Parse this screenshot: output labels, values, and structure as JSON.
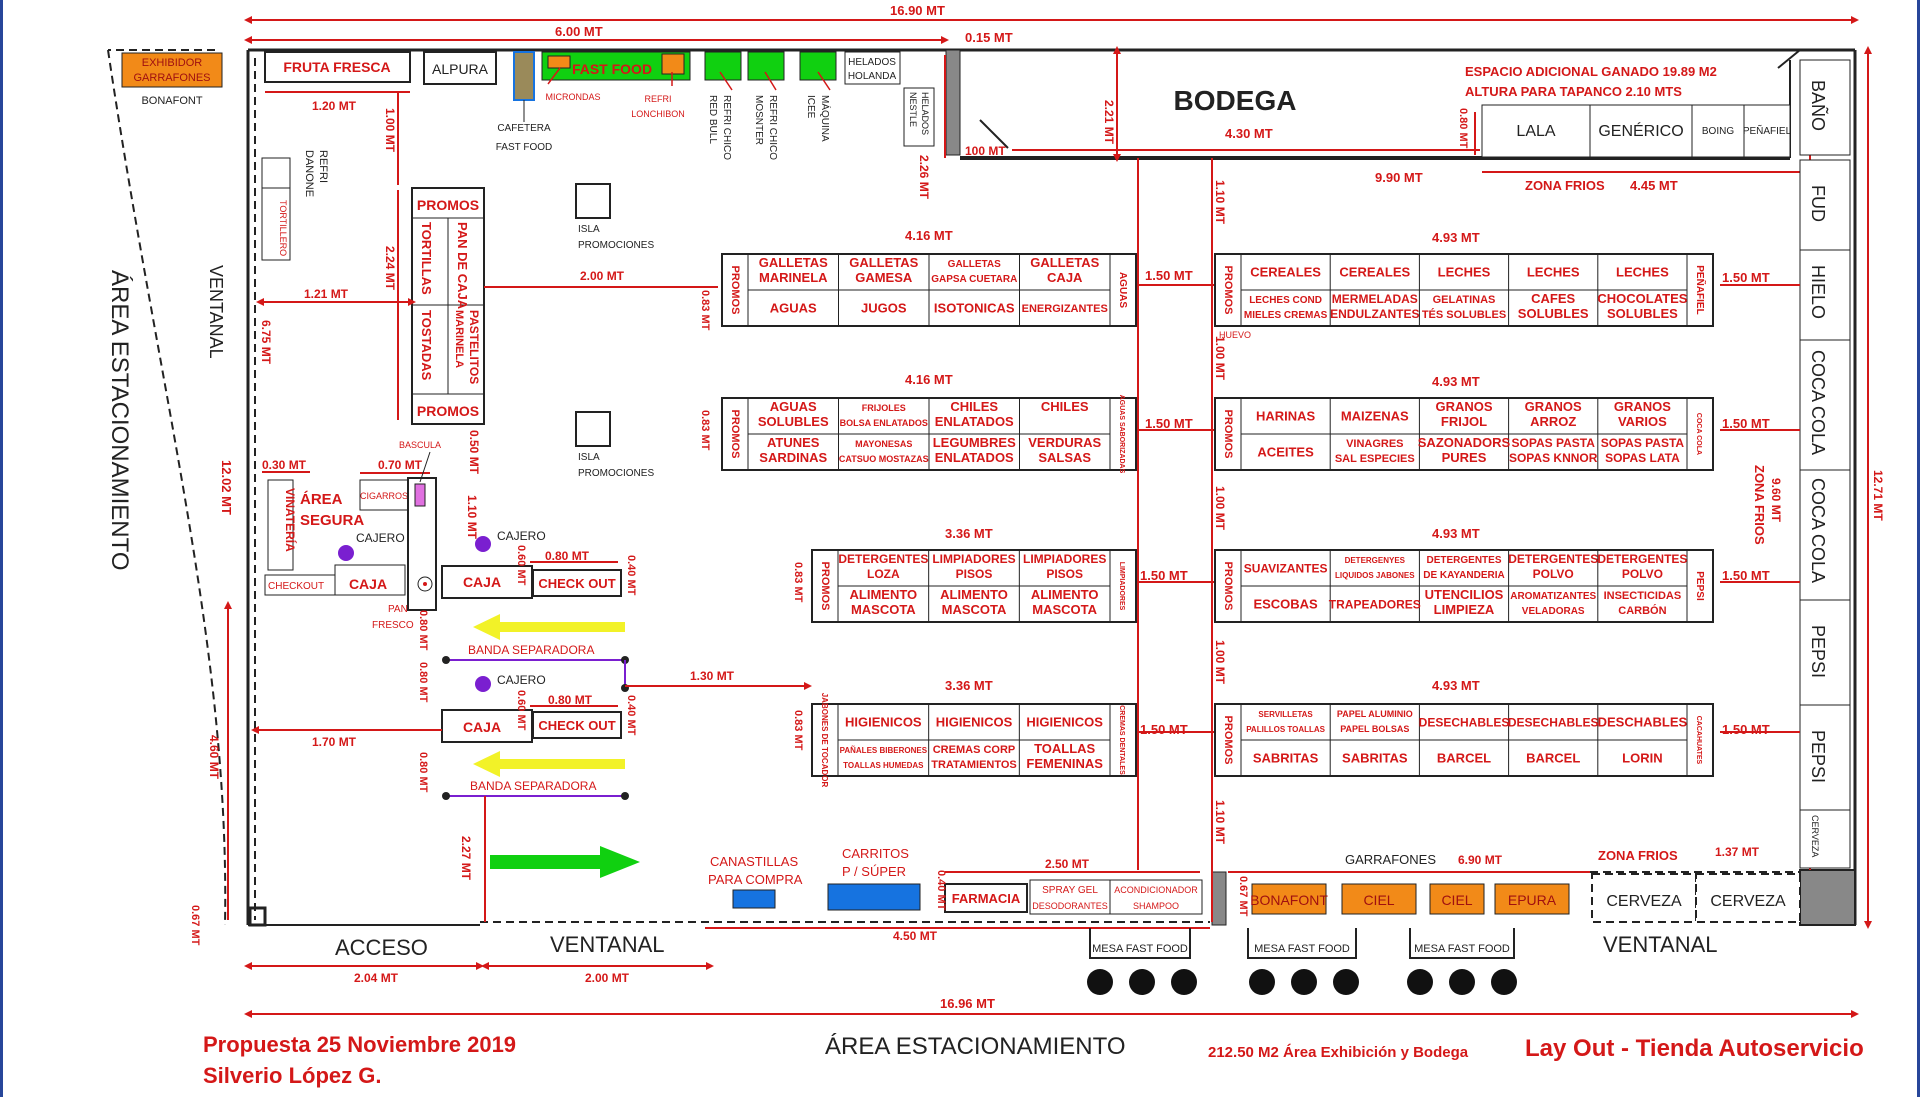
{
  "dims": {
    "total_top": "16.90 MT",
    "six": "6.00 MT",
    "d015": "0.15 MT",
    "d120": "1.20 MT",
    "d100v": "1.00 MT",
    "d221": "2.21 MT",
    "d430": "4.30 MT",
    "d100h": "100 MT",
    "d226": "2.26 MT",
    "d080b": "0.80 MT",
    "d990": "9.90 MT",
    "d445": "4.45 MT",
    "d110a": "1.10 MT",
    "d416a": "4.16 MT",
    "d493a": "4.93 MT",
    "d121": "1.21 MT",
    "d224": "2.24 MT",
    "d200a": "2.00 MT",
    "d675": "6.75 MT",
    "d083a": "0.83 MT",
    "d150a": "1.50 MT",
    "d150b": "1.50 MT",
    "d100c": "1.00 MT",
    "d416b": "4.16 MT",
    "d493b": "4.93 MT",
    "d083b": "0.83 MT",
    "d150c": "1.50 MT",
    "d150d": "1.50 MT",
    "d030": "0.30 MT",
    "d070": "0.70 MT",
    "d050": "0.50 MT",
    "d110b": "1.10 MT",
    "d1202": "12.02 MT",
    "d100d": "1.00 MT",
    "d336a": "3.36 MT",
    "d493c": "4.93 MT",
    "d080c": "0.80 MT",
    "d040a": "0.40 MT",
    "d060": "0.60 MT",
    "d083c": "0.83 MT",
    "d150e": "1.50 MT",
    "d150f": "1.50 MT",
    "d960": "9.60 MT",
    "d1271": "12.71 MT",
    "d080d": "0.80 MT",
    "d080e": "0.80 MT",
    "d130": "1.30 MT",
    "d336b": "3.36 MT",
    "d493d": "4.93 MT",
    "d080f": "0.80 MT",
    "d040b": "0.40 MT",
    "d060b": "0.60 MT",
    "d100e": "1.00 MT",
    "d170": "1.70 MT",
    "d460": "4.60 MT",
    "d083d": "0.83 MT",
    "d150g": "1.50 MT",
    "d150h": "1.50 MT",
    "d080g": "0.80 MT",
    "d110c": "1.10 MT",
    "d227": "2.27 MT",
    "d250": "2.50 MT",
    "d040c": "0.40 MT",
    "d067a": "0.67 MT",
    "d690": "6.90 MT",
    "d137": "1.37 MT",
    "d067b": "0.67 MT",
    "d450": "4.50 MT",
    "d204": "2.04 MT",
    "d200b": "2.00 MT",
    "d1696": "16.96 MT"
  },
  "labels": {
    "exhibidor_1": "EXHIBIDOR",
    "exhibidor_2": "GARRAFONES",
    "bonafont_small": "BONAFONT",
    "fruta_fresca": "FRUTA FRESCA",
    "alpura": "ALPURA",
    "fast_food": "FAST FOOD",
    "helados_holanda_1": "HELADOS",
    "helados_holanda_2": "HOLANDA",
    "microndas": "MICRONDAS",
    "refri_lonchibon_1": "REFRI",
    "refri_lonchibon_2": "LONCHIBON",
    "cafetera_1": "CAFETERA",
    "cafetera_2": "FAST FOOD",
    "refri_redbull_1": "REFRI CHICO",
    "refri_redbull_2": "RED BULL",
    "refri_monster_1": "REFRI CHICO",
    "refri_monster_2": "MOSNTER",
    "maquina_1": "MÁQUINA",
    "maquina_2": "ICEE",
    "helados_nestle_1": "HELADOS",
    "helados_nestle_2": "NESTLE",
    "bodega": "BODEGA",
    "espacio_adicional": "ESPACIO ADICIONAL GANADO 19.89 M2",
    "altura_tapanco": "ALTURA PARA TAPANCO 2.10 MTS",
    "lala": "LALA",
    "generico": "GENÉRICO",
    "boing": "BOING",
    "penafiel_top": "PEÑAFIEL",
    "bano": "BAÑO",
    "fud": "FUD",
    "hielo": "HIELO",
    "coca_cola_1": "COCA COLA",
    "coca_cola_2": "COCA COLA",
    "pepsi_1": "PEPSI",
    "pepsi_2": "PEPSI",
    "cerveza_small": "CERVEZA",
    "zona_frios_top": "ZONA FRIOS",
    "zona_frios_side": "ZONA FRIOS",
    "zona_frios_bottom": "ZONA FRIOS",
    "refri_danone_1": "REFRI",
    "refri_danone_2": "DANONE",
    "tortillero": "TORTILLERO",
    "ventanal_left": "VENTANAL",
    "area_estacionamiento_left": "ÁREA ESTACIONAMIENTO",
    "promos_1": "PROMOS",
    "tortillas": "TORTILLAS",
    "pan_de_caja": "PAN DE CAJA",
    "tostadas": "TOSTADAS",
    "pastelitos_1": "PASTELITOS",
    "pastelitos_2": "MARINELA",
    "promos_2": "PROMOS",
    "isla_1": "ISLA",
    "isla_1b": "PROMOCIONES",
    "isla_2": "ISLA",
    "isla_2b": "PROMOCIONES",
    "bascula": "BASCULA",
    "cigarros": "CIGARROS",
    "vinateria": "VINATERÍA",
    "area_segura_1": "ÁREA",
    "area_segura_2": "SEGURA",
    "cajero_1": "CAJERO",
    "cajero_2": "CAJERO",
    "cajero_3": "CAJERO",
    "checkout_small": "CHECKOUT",
    "caja_1": "CAJA",
    "caja_2": "CAJA",
    "check_out_1": "CHECK OUT",
    "caja_3": "CAJA",
    "check_out_2": "CHECK OUT",
    "pan_fresco_1": "PAN",
    "pan_fresco_2": "FRESCO",
    "banda_1": "BANDA SEPARADORA",
    "banda_2": "BANDA SEPARADORA",
    "canastillas_1": "CANASTILLAS",
    "canastillas_2": "PARA COMPRA",
    "carritos_1": "CARRITOS",
    "carritos_2": "P / SÚPER",
    "farmacia": "FARMACIA",
    "spray_gel_1": "SPRAY  GEL",
    "spray_gel_2": "DESODORANTES",
    "acondicionador_1": "ACONDICIONADOR",
    "acondicionador_2": "SHAMPOO",
    "garrafones": "GARRAFONES",
    "bonafont": "BONAFONT",
    "ciel_1": "CIEL",
    "ciel_2": "CIEL",
    "epura": "EPURA",
    "cerveza_1": "CERVEZA",
    "cerveza_2": "CERVEZA",
    "acceso": "ACCESO",
    "ventanal_bottom_1": "VENTANAL",
    "ventanal_bottom_2": "VENTANAL",
    "mesa_1": "MESA FAST FOOD",
    "mesa_2": "MESA FAST FOOD",
    "mesa_3": "MESA FAST FOOD",
    "area_estacionamiento_bottom": "ÁREA ESTACIONAMIENTO",
    "propuesta": "Propuesta 25 Noviembre 2019",
    "autor": "Silverio López G.",
    "area_m2": "212.50 M2 Área Exhibición y Bodega",
    "titulo": "Lay Out  - Tienda Autoservicio"
  },
  "gondolas": {
    "g1": {
      "end_left": "PROMOS",
      "end_right": "AGUAS",
      "top": [
        [
          "GALLETAS",
          "MARINELA"
        ],
        [
          "GALLETAS",
          "GAMESA"
        ],
        [
          "GALLETAS",
          "GAPSA CUETARA"
        ],
        [
          "GALLETAS",
          "CAJA"
        ]
      ],
      "bottom": [
        [
          "AGUAS"
        ],
        [
          "JUGOS"
        ],
        [
          "ISOTONICAS"
        ],
        [
          "ENERGIZANTES"
        ]
      ]
    },
    "g2": {
      "end_left": "PROMOS",
      "end_right": "AGUAS SABORIZADAS",
      "top": [
        [
          "AGUAS",
          "SOLUBLES"
        ],
        [
          "FRIJOLES",
          "BOLSA ENLATADOS"
        ],
        [
          "CHILES",
          "ENLATADOS"
        ],
        [
          "CHILES",
          ""
        ]
      ],
      "bottom": [
        [
          "ATUNES",
          "SARDINAS"
        ],
        [
          "MAYONESAS",
          "CATSUO MOSTAZAS"
        ],
        [
          "LEGUMBRES",
          "ENLATADOS"
        ],
        [
          "VERDURAS",
          "SALSAS"
        ]
      ]
    },
    "g3": {
      "end_left": "PROMOS",
      "end_right": "LIMPIADORES",
      "top": [
        [
          "DETERGENTES",
          "LOZA"
        ],
        [
          "LIMPIADORES",
          "PISOS"
        ],
        [
          "LIMPIADORES",
          "PISOS"
        ]
      ],
      "bottom": [
        [
          "ALIMENTO",
          "MASCOTA"
        ],
        [
          "ALIMENTO",
          "MASCOTA"
        ],
        [
          "ALIMENTO",
          "MASCOTA"
        ]
      ]
    },
    "g4": {
      "end_left": "JABONES DE TOCADOR",
      "end_right": "CREMAS DENTALES",
      "top": [
        [
          "HIGIENICOS"
        ],
        [
          "HIGIENICOS"
        ],
        [
          "HIGIENICOS"
        ]
      ],
      "bottom": [
        [
          "PAÑALES BIBERONES",
          "TOALLAS HUMEDAS"
        ],
        [
          "CREMAS CORP",
          "TRATAMIENTOS"
        ],
        [
          "TOALLAS",
          "FEMENINAS"
        ]
      ]
    },
    "g5": {
      "end_left": "PROMOS",
      "end_right": "PEÑAFIEL",
      "top": [
        [
          "CEREALES"
        ],
        [
          "CEREALES"
        ],
        [
          "LECHES"
        ],
        [
          "LECHES"
        ],
        [
          "LECHES"
        ]
      ],
      "bottom": [
        [
          "LECHES COND",
          "MIELES CREMAS"
        ],
        [
          "MERMELADAS",
          "ENDULZANTES"
        ],
        [
          "GELATINAS",
          "TÉS SOLUBLES"
        ],
        [
          "CAFES",
          "SOLUBLES"
        ],
        [
          "CHOCOLATES",
          "SOLUBLES"
        ]
      ],
      "extra": "HUEVO"
    },
    "g6": {
      "end_left": "PROMOS",
      "end_right": "COCA COLA",
      "top": [
        [
          "HARINAS"
        ],
        [
          "MAIZENAS"
        ],
        [
          "GRANOS",
          "FRIJOL"
        ],
        [
          "GRANOS",
          "ARROZ"
        ],
        [
          "GRANOS",
          "VARIOS"
        ]
      ],
      "bottom": [
        [
          "ACEITES"
        ],
        [
          "VINAGRES",
          "SAL ESPECIES"
        ],
        [
          "SAZONADORS",
          "PURES"
        ],
        [
          "SOPAS PASTA",
          "SOPAS KNNOR"
        ],
        [
          "SOPAS PASTA",
          "SOPAS LATA"
        ]
      ]
    },
    "g7": {
      "end_left": "PROMOS",
      "end_right": "PEPSI",
      "top": [
        [
          "SUAVIZANTES"
        ],
        [
          "DETERGENYES",
          "LIQUIDOS JABONES"
        ],
        [
          "DETERGENTES",
          "DE KAYANDERIA"
        ],
        [
          "DETERGENTES",
          "POLVO"
        ],
        [
          "DETERGENTES",
          "POLVO"
        ]
      ],
      "bottom": [
        [
          "ESCOBAS"
        ],
        [
          "TRAPEADORES"
        ],
        [
          "UTENCILIOS",
          "LIMPIEZA"
        ],
        [
          "AROMATIZANTES",
          "VELADORAS"
        ],
        [
          "INSECTICIDAS",
          "CARBÓN"
        ]
      ]
    },
    "g8": {
      "end_left": "PROMOS",
      "end_right": "CACAHUATES",
      "top": [
        [
          "SERVILLETAS",
          "PALILLOS TOALLAS"
        ],
        [
          "PAPEL ALUMINIO",
          "PAPEL BOLSAS"
        ],
        [
          "DESECHABLES"
        ],
        [
          "DESECHABLES"
        ],
        [
          "DESCHABLES"
        ]
      ],
      "bottom": [
        [
          "SABRITAS"
        ],
        [
          "SABRITAS"
        ],
        [
          "BARCEL"
        ],
        [
          "BARCEL"
        ],
        [
          "LORIN"
        ]
      ]
    }
  },
  "colors": {
    "red": "#d41818",
    "orange": "#f28a18",
    "green": "#10d010",
    "blue": "#1673e0",
    "violet": "#7a1fd0",
    "yellow": "#f2f228"
  }
}
